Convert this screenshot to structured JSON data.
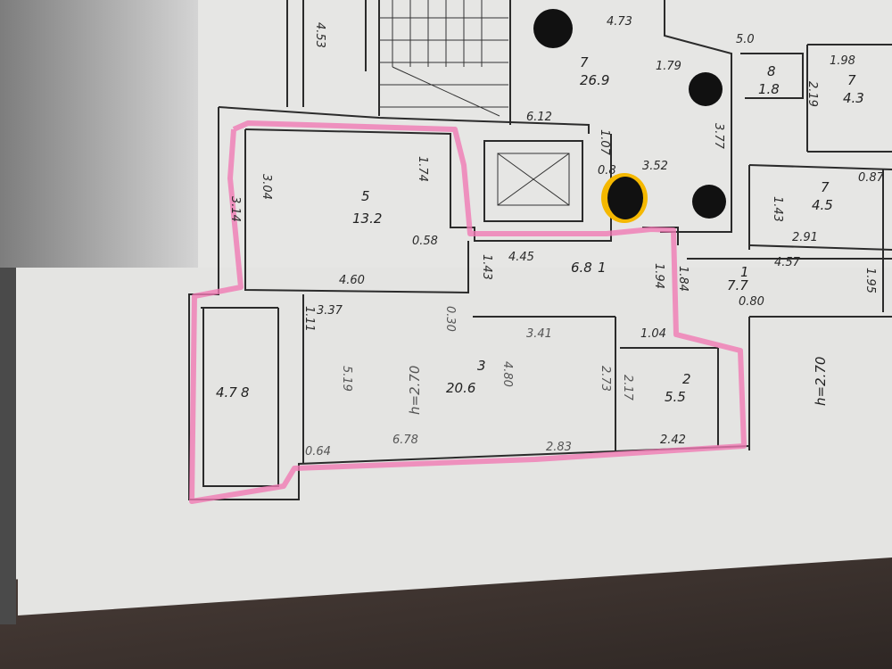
{
  "plan": {
    "highlight_color": "#f07ab4",
    "marker_color": "#111111",
    "marker_highlight_color": "#f5b800",
    "rooms": [
      {
        "number": "5",
        "area": "13.2"
      },
      {
        "number": "1",
        "area": "6.8"
      },
      {
        "number": "3",
        "area": "20.6"
      },
      {
        "number": "2",
        "area": "5.5"
      },
      {
        "number": "8",
        "area": "4.7"
      },
      {
        "number": "7",
        "area": "26.9"
      },
      {
        "number": "8",
        "area": "1.8"
      },
      {
        "number": "7",
        "area": "4.3"
      },
      {
        "number": "7",
        "area": "4.5"
      },
      {
        "number": "1",
        "area": "7.7"
      }
    ],
    "heights": [
      "h=2.70",
      "h=2.70"
    ],
    "dimensions": [
      "4.53",
      "4.73",
      "6.12",
      "1.79",
      "3.77",
      "5.0",
      "1.98",
      "2.19",
      "3.52",
      "1.07",
      "0.8",
      "3.14",
      "3.04",
      "1.74",
      "0.58",
      "4.60",
      "4.45",
      "1.43",
      "3.37",
      "1.11",
      "0.30",
      "3.41",
      "1.04",
      "1.94",
      "1.84",
      "5.19",
      "4.80",
      "2.73",
      "2.17",
      "6.78",
      "0.64",
      "2.83",
      "2.42",
      "1.43",
      "0.87",
      "2.91",
      "4.57",
      "0.80",
      "1.95"
    ]
  }
}
